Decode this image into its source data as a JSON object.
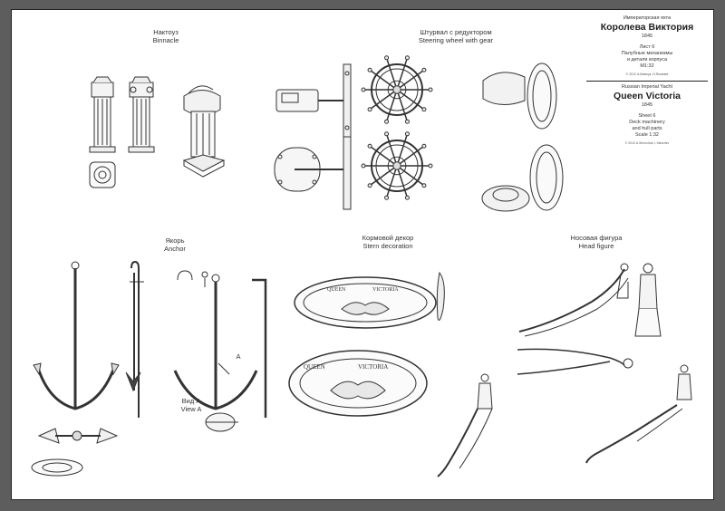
{
  "captions": {
    "binnacle_ru": "Нактоуз",
    "binnacle_en": "Binnacle",
    "steering_ru": "Штурвал с редуктором",
    "steering_en": "Steering wheel with gear",
    "anchor_ru": "Якорь",
    "anchor_en": "Anchor",
    "view_ru": "Вид А",
    "view_en": "View A",
    "view_marker": "A",
    "stern_ru": "Кормовой декор",
    "stern_en": "Stern decoration",
    "head_ru": "Носовая фигура",
    "head_en": "Head figure"
  },
  "emblem": {
    "word1": "QUEEN",
    "word2": "VICTORIA"
  },
  "title_block": {
    "ru": {
      "subtitle": "Императорская яхта",
      "title": "Королева Виктория",
      "year": "1845",
      "sheet": "Лист 6",
      "desc1": "Палубные механизмы",
      "desc2": "и детали корпуса",
      "scale": "М1:32",
      "credits": "© 2012 А.Шевчук, И.Яковлев"
    },
    "en": {
      "subtitle": "Russian Imperial Yacht",
      "title": "Queen Victoria",
      "year": "1845",
      "sheet": "Sheet 6",
      "desc1": "Deck machinery",
      "desc2": "and hull parts",
      "scale": "Scale 1:32",
      "credits": "© 2012 A.Shevchuk, I.Yakovlev"
    }
  },
  "colors": {
    "page_bg": "#5d5d5d",
    "sheet_bg": "#ffffff",
    "ink": "#222222"
  }
}
